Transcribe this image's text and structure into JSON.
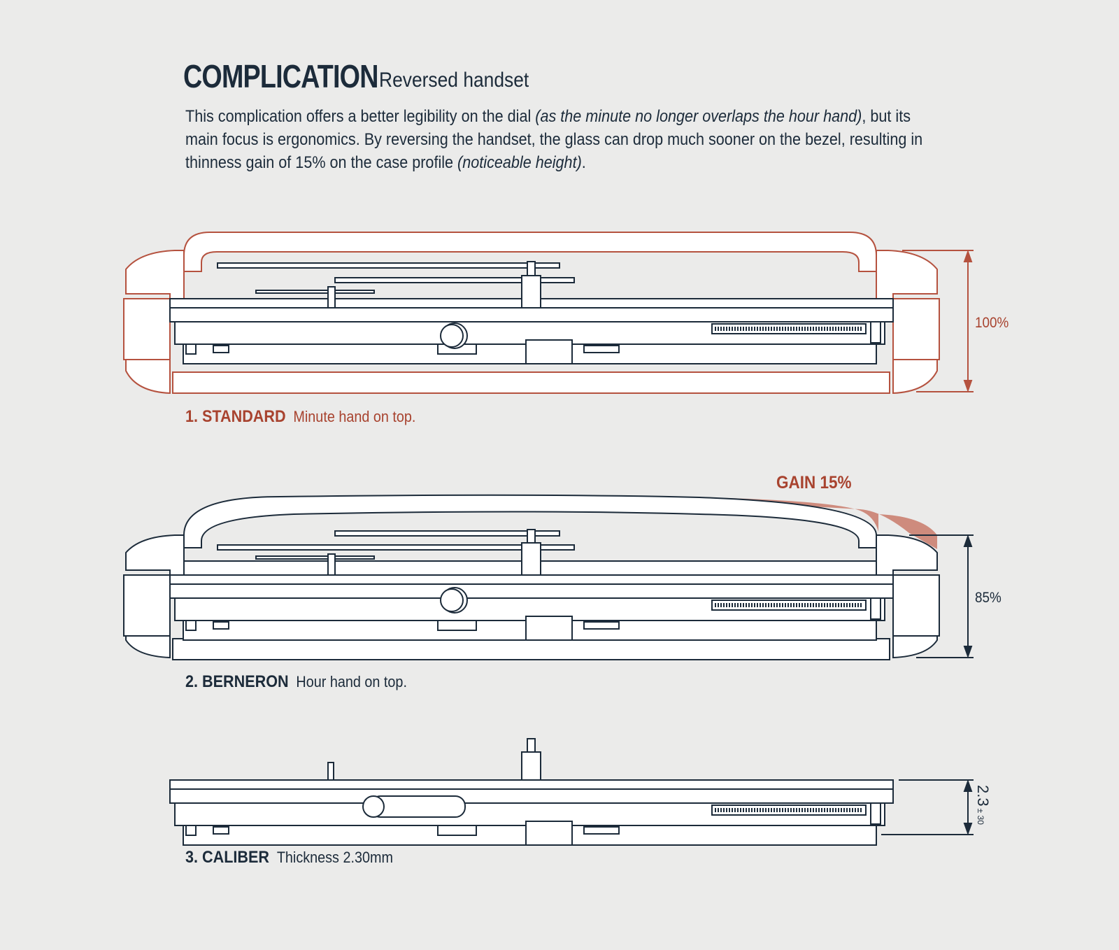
{
  "header": {
    "title": "COMPLICATION",
    "subtitle": "Reversed handset"
  },
  "intro": {
    "p1": "This complication offers a better legibility on the dial ",
    "p1_italic": "(as the minute no longer overlaps the hour hand)",
    "p2": ", but its main focus is ergonomics. By reversing the handset, the glass can drop much sooner on the bezel, resulting in thinness gain of 15% on the case profile ",
    "p2_italic": "(noticeable height)",
    "p3": "."
  },
  "sections": [
    {
      "title": "1. STANDARD",
      "desc": "Minute hand on top.",
      "dimension": "100%"
    },
    {
      "title": "2. BERNERON",
      "desc": "Hour hand on top.",
      "dimension": "85%",
      "gain": "GAIN 15%"
    },
    {
      "title": "3. CALIBER",
      "desc": "Thickness 2.30mm",
      "dimension": "2.3",
      "tolerance": "± 30"
    }
  ],
  "colors": {
    "navy": "#1c2b3a",
    "red": "#b5523f",
    "background": "#ebebea"
  }
}
